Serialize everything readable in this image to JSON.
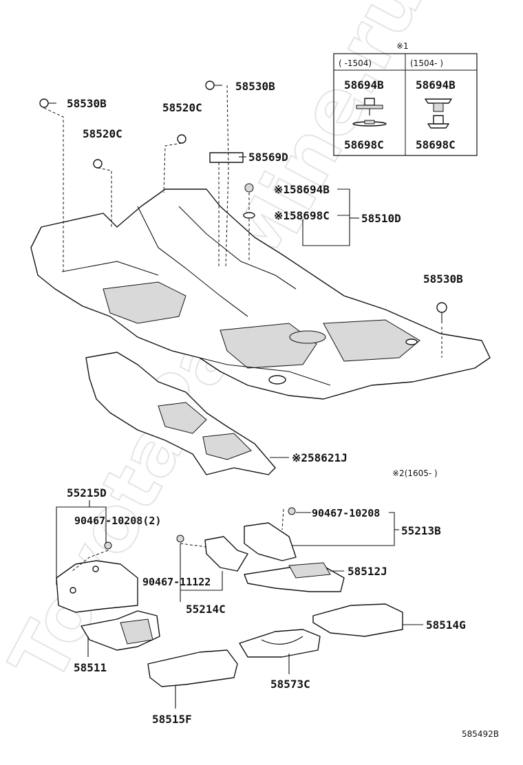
{
  "watermark": "ToyotaPartMine.ru",
  "inset": {
    "marker": "※1",
    "col_left_header": "(    -1504)",
    "col_right_header": "(1504-     )",
    "left_top": "58694B",
    "right_top": "58694B",
    "left_bottom": "58698C",
    "right_bottom": "58698C"
  },
  "labels": {
    "p58530B_a": "58530B",
    "p58530B_b": "58530B",
    "p58520C_a": "58520C",
    "p58520C_b": "58520C",
    "p58569D": "58569D",
    "p58694B": "※158694B",
    "p58698C": "※158698C",
    "p58510D": "58510D",
    "p58530B_c": "58530B",
    "p58621J": "※258621J",
    "note2": "※2(1605-     )",
    "p55215D": "55215D",
    "p90467_10208_2": "90467-10208(2)",
    "p90467_10208": "90467-10208",
    "p55213B": "55213B",
    "p58512J": "58512J",
    "p90467_11122": "90467-11122",
    "p55214C": "55214C",
    "p58514G": "58514G",
    "p58511": "58511",
    "p58573C": "58573C",
    "p58515F": "58515F",
    "diagram_id": "585492B"
  }
}
